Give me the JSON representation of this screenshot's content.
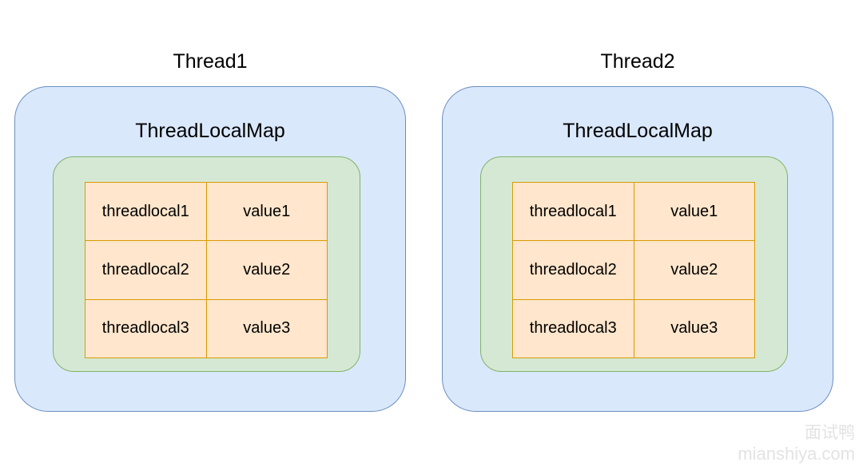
{
  "colors": {
    "thread_box_fill": "#dae8fc",
    "thread_box_border": "#6c8ebf",
    "map_box_fill": "#d5e8d4",
    "map_box_border": "#82b366",
    "cell_fill": "#ffe6cc",
    "cell_border": "#d79b00",
    "text_color": "#000000",
    "watermark_color": "#e3e3e3"
  },
  "threads": [
    {
      "title": "Thread1",
      "map_label": "ThreadLocalMap",
      "entries": [
        {
          "key": "threadlocal1",
          "value": "value1"
        },
        {
          "key": "threadlocal2",
          "value": "value2"
        },
        {
          "key": "threadlocal3",
          "value": "value3"
        }
      ]
    },
    {
      "title": "Thread2",
      "map_label": "ThreadLocalMap",
      "entries": [
        {
          "key": "threadlocal1",
          "value": "value1"
        },
        {
          "key": "threadlocal2",
          "value": "value2"
        },
        {
          "key": "threadlocal3",
          "value": "value3"
        }
      ]
    }
  ],
  "watermark": {
    "brand": "面试鸭",
    "domain": "mianshiya.com"
  }
}
